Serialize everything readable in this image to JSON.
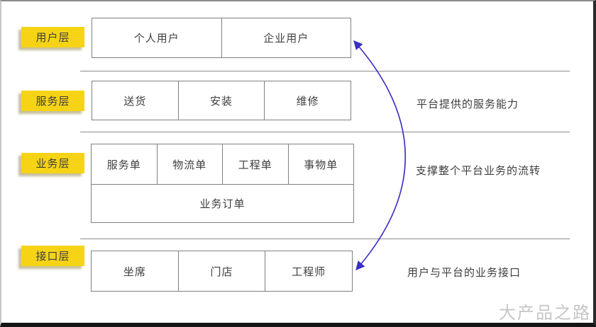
{
  "diagram": {
    "layers": [
      {
        "label": "用户层",
        "cells": [
          "个人用户",
          "企业用户"
        ]
      },
      {
        "label": "服务层",
        "cells": [
          "送货",
          "安装",
          "维修"
        ],
        "annotation": "平台提供的服务能力"
      },
      {
        "label": "业务层",
        "cells": [
          "服务单",
          "物流单",
          "工程单",
          "事物单"
        ],
        "merged_cell": "业务订单",
        "annotation": "支撑整个平台业务的流转"
      },
      {
        "label": "接口层",
        "cells": [
          "坐席",
          "门店",
          "工程师"
        ],
        "annotation": "用户与平台的业务接口"
      }
    ],
    "watermark": "大产品之路"
  },
  "colors": {
    "layer_label_bg": "#f6d415",
    "arrow": "#3a2fc4",
    "box_border": "#808080",
    "divider": "#8c8c8c",
    "text": "#3e3e3e",
    "watermark": "#c6c6c6"
  }
}
